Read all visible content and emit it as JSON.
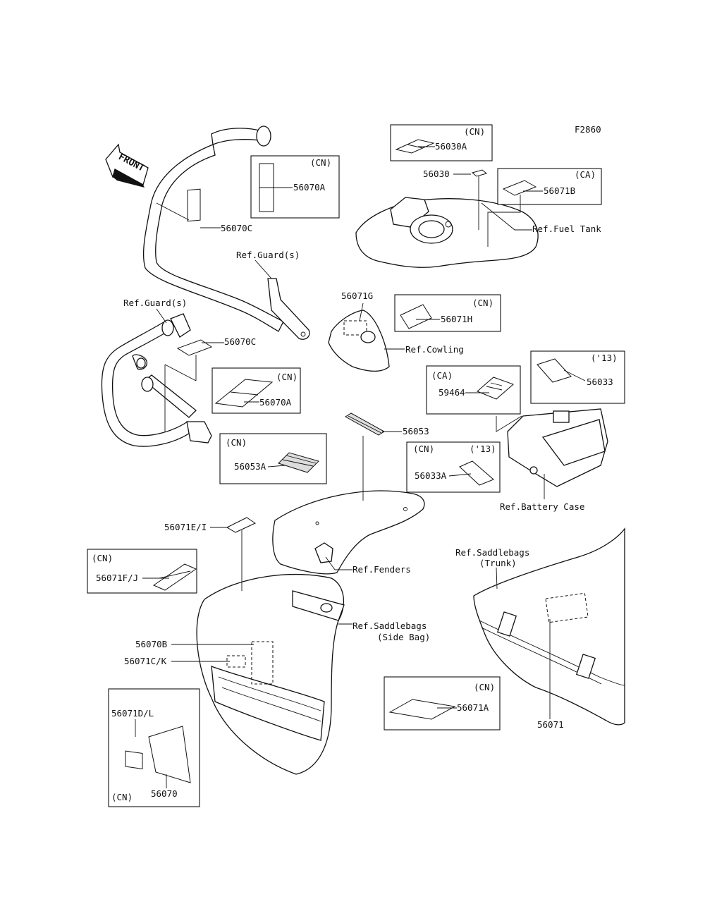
{
  "figure_code": "F2860",
  "front_arrow": "FRONT",
  "codes": {
    "cn": "(CN)",
    "ca": "(CA)",
    "y13": "('13)"
  },
  "parts": {
    "p56030A": "56030A",
    "p56030": "56030",
    "p56071B": "56071B",
    "p56070A": "56070A",
    "p56070C": "56070C",
    "p56071G": "56071G",
    "p56071H": "56071H",
    "p59464": "59464",
    "p56033": "56033",
    "p56053": "56053",
    "p56053A": "56053A",
    "p56033A": "56033A",
    "p56071EI": "56071E/I",
    "p56071FJ": "56071F/J",
    "p56070B": "56070B",
    "p56071CK": "56071C/K",
    "p56071DL": "56071D/L",
    "p56070": "56070",
    "p56071A": "56071A",
    "p56071": "56071"
  },
  "refs": {
    "fuel_tank": "Ref.Fuel Tank",
    "guards": "Ref.Guard(s)",
    "cowling": "Ref.Cowling",
    "battery_case": "Ref.Battery Case",
    "fenders": "Ref.Fenders",
    "saddlebags_side_1": "Ref.Saddlebags",
    "saddlebags_side_2": "(Side Bag)",
    "saddlebags_trunk_1": "Ref.Saddlebags",
    "saddlebags_trunk_2": "(Trunk)"
  }
}
